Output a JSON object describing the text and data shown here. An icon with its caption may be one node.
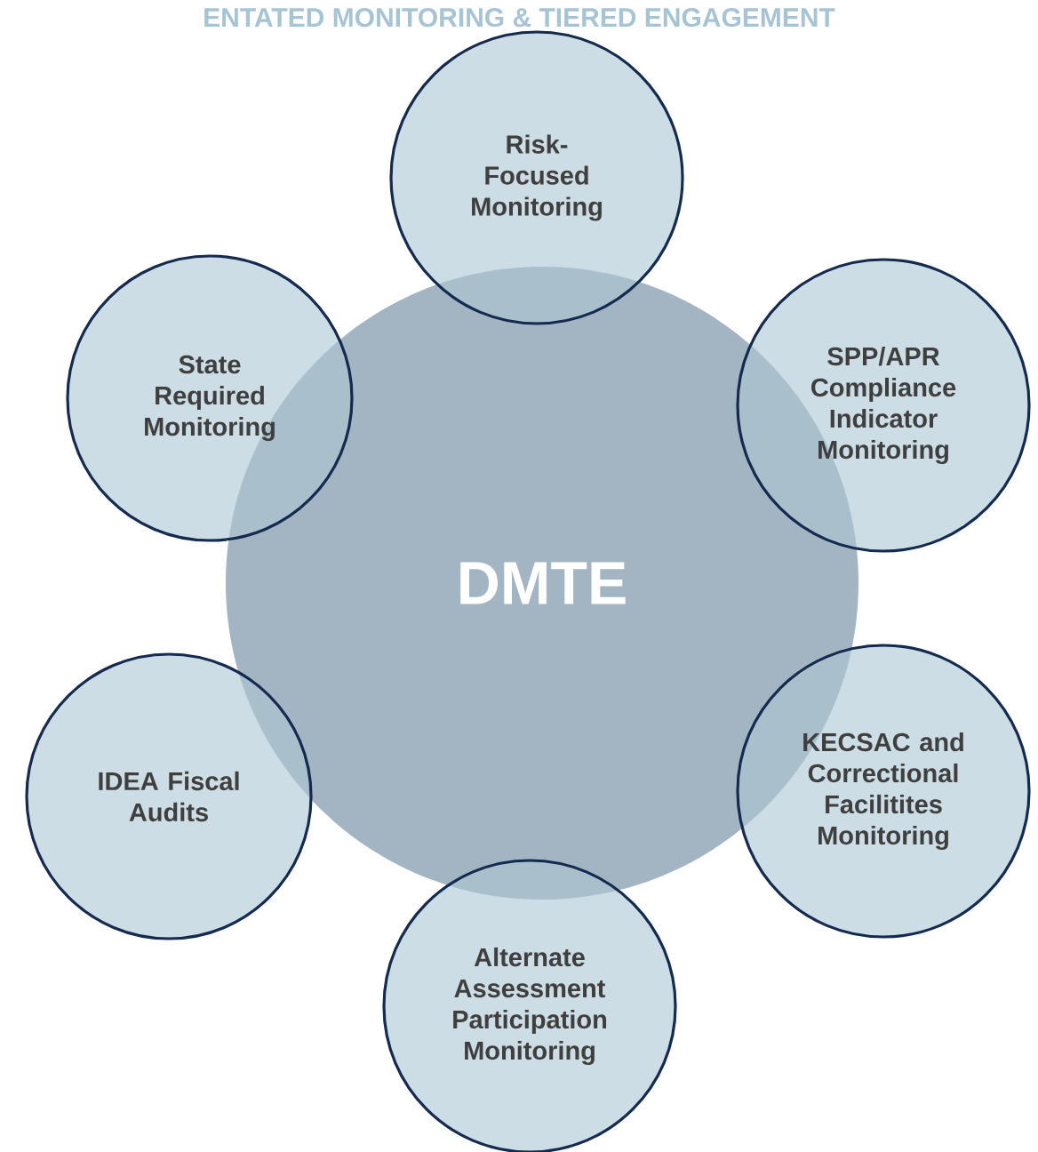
{
  "diagram": {
    "title": "ENTATED MONITORING & TIERED ENGAGEMENT",
    "nodes": [
      {
        "text": [
          "DMTE"
        ]
      },
      {
        "text": [
          "Risk-Focused Monitoring"
        ]
      },
      {
        "text": [
          "State Required Monitoring"
        ]
      },
      {
        "text": [
          "SPP/APR Compliance Indicator Monitoring"
        ]
      },
      {
        "text": [
          "IDEA Fiscal Audits"
        ]
      },
      {
        "text": [
          "KECSAC and Correctional Facilitites Monitoring"
        ]
      },
      {
        "text": [
          "Alternate Assessment Participation Monitoring"
        ]
      }
    ]
  }
}
